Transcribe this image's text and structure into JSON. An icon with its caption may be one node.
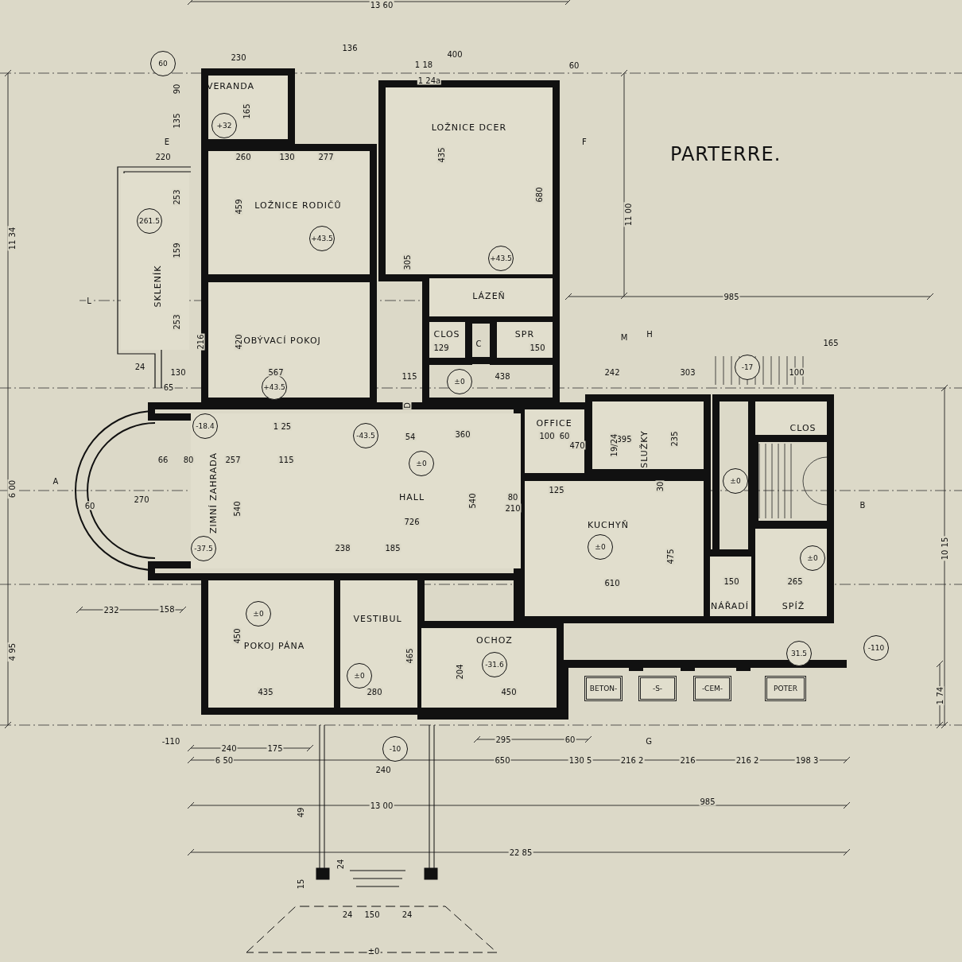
{
  "diagram": {
    "title": "PARTERRE.",
    "nodes": [
      {
        "text": [
          "60"
        ]
      },
      {
        "text": [
          "VERANDA"
        ]
      },
      {
        "text": [
          "+32"
        ],
        "in": 1
      },
      {
        "text": [
          "LOŽNICE DCER"
        ]
      },
      {
        "text": [
          "LOŽNICE RODIČŮ"
        ]
      },
      {
        "text": [
          "+43.5"
        ],
        "in": 4
      },
      {
        "text": [
          "+43.5"
        ],
        "in": 3
      },
      {
        "text": [
          "SKLENÍK"
        ]
      },
      {
        "text": [
          "261.5"
        ],
        "in": 7
      },
      {
        "text": [
          "OBÝVACÍ POKOJ"
        ]
      },
      {
        "text": [
          "+43.5"
        ],
        "in": 9
      },
      {
        "text": [
          "LÁZEŇ"
        ]
      },
      {
        "text": [
          "CLOS"
        ]
      },
      {
        "text": [
          "SPR"
        ]
      },
      {
        "text": [
          "±0"
        ]
      },
      {
        "text": [
          "ZIMNÍ ZAHRADA"
        ]
      },
      {
        "text": [
          "-18.4"
        ],
        "in": 15
      },
      {
        "text": [
          "-37.5"
        ],
        "in": 15
      },
      {
        "text": [
          "HALL"
        ]
      },
      {
        "text": [
          "-43.5"
        ],
        "in": 18
      },
      {
        "text": [
          "±0"
        ],
        "in": 18
      },
      {
        "text": [
          "OFFICE"
        ]
      },
      {
        "text": [
          "SLUŽKY"
        ]
      },
      {
        "text": [
          "KUCHYŇ"
        ]
      },
      {
        "text": [
          "±0"
        ],
        "in": 23
      },
      {
        "text": [
          "±0"
        ]
      },
      {
        "text": [
          "CLOS"
        ]
      },
      {
        "text": [
          "NÁŘADÍ"
        ]
      },
      {
        "text": [
          "SPÍŽ"
        ]
      },
      {
        "text": [
          "±0"
        ],
        "in": 28
      },
      {
        "text": [
          "POKOJ PÁNA"
        ]
      },
      {
        "text": [
          "±0"
        ],
        "in": 30
      },
      {
        "text": [
          "VESTIBUL"
        ]
      },
      {
        "text": [
          "±0"
        ],
        "in": 32
      },
      {
        "text": [
          "OCHOZ"
        ]
      },
      {
        "text": [
          "-31.6"
        ],
        "in": 34
      },
      {
        "text": [
          "BETON-"
        ]
      },
      {
        "text": [
          "-S-"
        ]
      },
      {
        "text": [
          "-CEM-"
        ]
      },
      {
        "text": [
          "POTER"
        ]
      },
      {
        "text": [
          "31.5"
        ]
      },
      {
        "text": [
          "-17"
        ]
      },
      {
        "text": [
          "-110"
        ]
      },
      {
        "text": [
          "-10"
        ]
      }
    ],
    "labels": [
      "13 60",
      "230",
      "136",
      "400",
      "1 18",
      "60",
      "1 24a",
      "90",
      "135",
      "165",
      "E",
      "F",
      "220",
      "260",
      "130",
      "277",
      "435",
      "11 00",
      "11 34",
      "253",
      "459",
      "680",
      "159",
      "305",
      "L",
      "985",
      "253",
      "216",
      "420",
      "129",
      "C",
      "150",
      "M",
      "H",
      "165",
      "24",
      "130",
      "567",
      "115",
      "438",
      "242",
      "303",
      "100",
      "65",
      "D",
      "1 25",
      "54",
      "360",
      "100",
      "60",
      "470",
      "395",
      "235",
      "19/24",
      "66",
      "80",
      "257",
      "115",
      "A",
      "6 00",
      "125",
      "30",
      "270",
      "60",
      "540",
      "540",
      "80",
      "210",
      "B",
      "726",
      "10 15",
      "238",
      "185",
      "475",
      "610",
      "150",
      "265",
      "232",
      "158",
      "450",
      "465",
      "204",
      "4 95",
      "435",
      "280",
      "450",
      "1 74",
      "-110",
      "G",
      "240",
      "175",
      "295",
      "60",
      "6 50",
      "650",
      "130 5",
      "216 2",
      "216",
      "216 2",
      "198 3",
      "240",
      "13 00",
      "985",
      "49",
      "22 85",
      "24",
      "15",
      "24",
      "150",
      "24",
      "±0"
    ]
  }
}
